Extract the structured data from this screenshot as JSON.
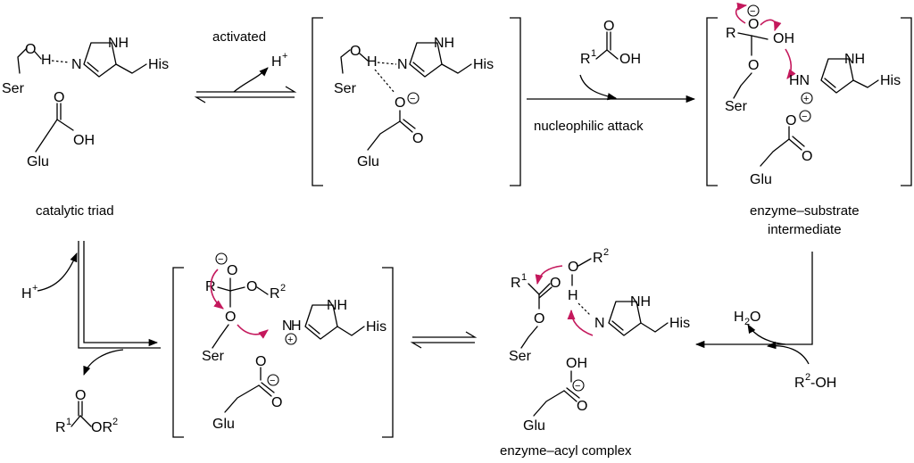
{
  "atoms": {
    "ser": "Ser",
    "his": "His",
    "glu": "Glu",
    "o": "O",
    "h": "H",
    "n": "N",
    "nh": "NH",
    "hn": "HN",
    "oh": "OH",
    "r": "R",
    "r1": "R",
    "sup1": "1",
    "sup2": "2",
    "one": "1",
    "h2o": "H",
    "h2o_2": "2",
    "h2o_o": "O",
    "r2oh_r": "R",
    "r2oh_2": "2",
    "r2oh_oh": "-OH",
    "or2": "OR",
    "hplus": "H",
    "plus": "+",
    "minus": "−"
  },
  "labels": {
    "activated": "activated",
    "nucleophilic_attack": "nucleophilic attack",
    "catalytic_triad": "catalytic triad",
    "enzyme_substrate_line1": "enzyme–substrate",
    "enzyme_substrate_line2": "intermediate",
    "enzyme_acyl_complex": "enzyme–acyl complex"
  },
  "colors": {
    "arrow_accent": "#c4185c",
    "ink": "#000000"
  }
}
